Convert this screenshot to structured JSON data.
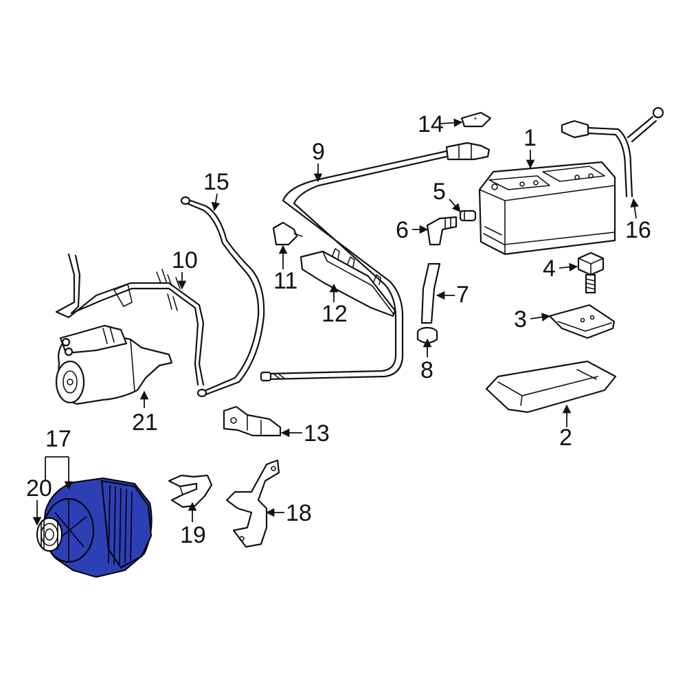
{
  "diagram": {
    "highlight_color": "#2d3fb5",
    "callouts": {
      "c1": "1",
      "c2": "2",
      "c3": "3",
      "c4": "4",
      "c5": "5",
      "c6": "6",
      "c7": "7",
      "c8": "8",
      "c9": "9",
      "c10": "10",
      "c11": "11",
      "c12": "12",
      "c13": "13",
      "c14": "14",
      "c15": "15",
      "c16": "16",
      "c17": "17",
      "c18": "18",
      "c19": "19",
      "c20": "20",
      "c21": "21"
    },
    "markings": {
      "terminal_plus": "+"
    }
  }
}
